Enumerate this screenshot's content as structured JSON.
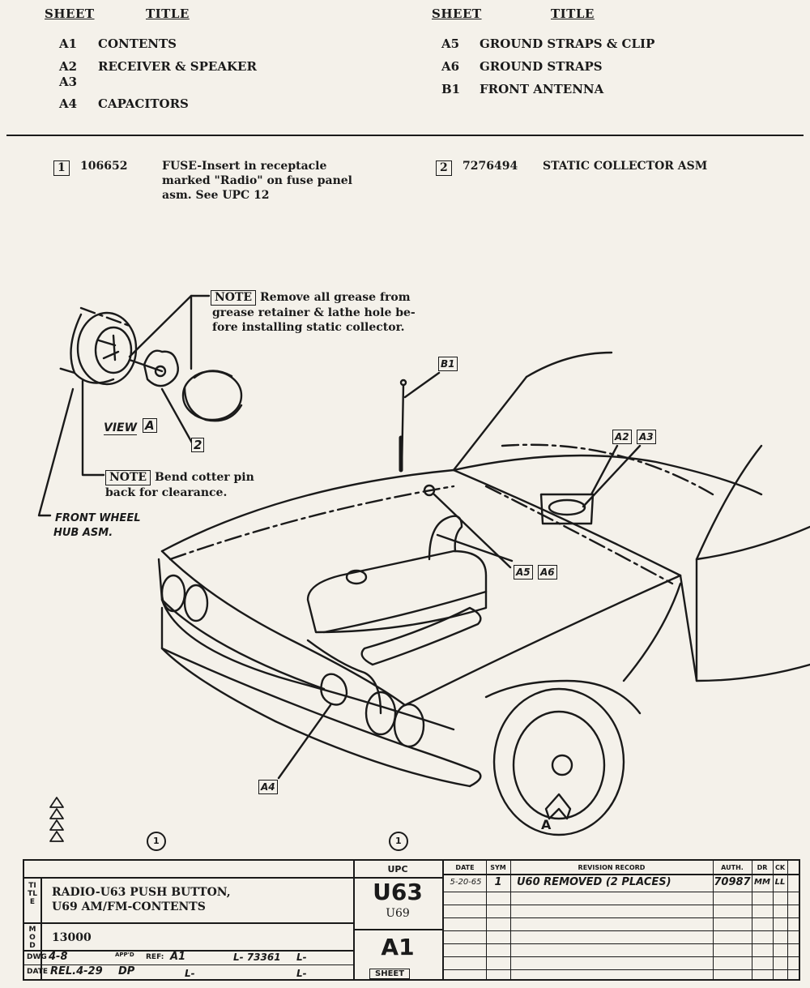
{
  "index": {
    "left_header": {
      "sheet": "SHEET",
      "title": "TITLE"
    },
    "right_header": {
      "sheet": "SHEET",
      "title": "TITLE"
    },
    "left_rows": [
      {
        "sheet": "A1",
        "title": "CONTENTS"
      },
      {
        "sheet": "A2",
        "title": "RECEIVER & SPEAKER"
      },
      {
        "sheet": "A3",
        "title": ""
      },
      {
        "sheet": "A4",
        "title": "CAPACITORS"
      }
    ],
    "right_rows": [
      {
        "sheet": "A5",
        "title": "GROUND STRAPS & CLIP"
      },
      {
        "sheet": "A6",
        "title": "GROUND STRAPS"
      },
      {
        "sheet": "B1",
        "title": "FRONT ANTENNA"
      }
    ]
  },
  "parts": [
    {
      "num": "1",
      "part_no": "106652",
      "desc_lines": [
        "FUSE-Insert in receptacle",
        "marked \"Radio\" on fuse panel",
        "asm.  See UPC 12"
      ]
    },
    {
      "num": "2",
      "part_no": "7276494",
      "desc_lines": [
        "STATIC COLLECTOR ASM"
      ]
    }
  ],
  "notes": {
    "note1": {
      "tag": "NOTE",
      "lines": [
        "Remove all grease from",
        "grease retainer & lathe hole be-",
        "fore installing static collector."
      ]
    },
    "note2": {
      "tag": "NOTE",
      "lines": [
        "Bend cotter pin",
        "back for clearance."
      ]
    }
  },
  "labels": {
    "view": "VIEW",
    "view_ref": "A",
    "two": "2",
    "hub": [
      "FRONT WHEEL",
      "HUB ASM."
    ],
    "b1": "B1",
    "a2": "A2",
    "a3": "A3",
    "a5": "A5",
    "a6": "A6",
    "a4": "A4",
    "a_mark": "A",
    "rev_left": "1",
    "rev_right": "1"
  },
  "title_block": {
    "title_side": "TITLE",
    "mod_side": "MOD",
    "title_lines": [
      "RADIO-U63 PUSH BUTTON,",
      "U69 AM/FM-CONTENTS"
    ],
    "mod": "13000",
    "dwg_label": "DWG",
    "dwg_value": "4-8",
    "date_label": "DATE",
    "date_value": "REL.4-29",
    "approved_label": "APP'D",
    "approved_value": "DP",
    "ref_label": "REF:",
    "ref_value": "A1",
    "l_items": [
      "L- 73361",
      "L-",
      "L-",
      "L-"
    ],
    "upc_label": "UPC",
    "upc_main": "U63",
    "upc_sub": "U69",
    "sheet_code": "A1",
    "sheet_label": "SHEET",
    "revision_headers": [
      "DATE",
      "SYM",
      "REVISION RECORD",
      "AUTH.",
      "DR",
      "CK"
    ],
    "revision_rows": [
      {
        "date": "5-20-65",
        "sym": "1",
        "record": "U60 REMOVED (2 PLACES)",
        "auth": "70987",
        "dr": "MM",
        "ck": "LL"
      }
    ]
  }
}
